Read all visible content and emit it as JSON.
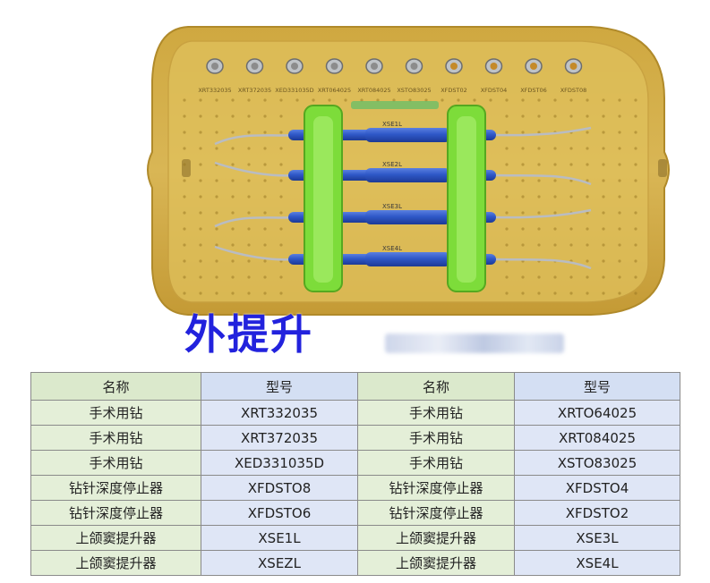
{
  "photo": {
    "tray_labels": [
      "XRT332035",
      "XRT372035",
      "XED331035D",
      "XRT064025",
      "XRT084025",
      "XSTO83025",
      "XFDST02",
      "XFDST04",
      "XFDST06",
      "XFDST08"
    ],
    "instrument_labels": [
      "XSE1L",
      "XSE2L",
      "XSE3L",
      "XSE4L"
    ],
    "colors": {
      "tray": "#d8b24a",
      "tray_inner": "#e2c35e",
      "handle": "#2f58c8",
      "clip": "#7ddc3a"
    }
  },
  "title": "外提升",
  "table": {
    "headers": [
      "名称",
      "型号",
      "名称",
      "型号"
    ],
    "rows": [
      [
        "手术用钻",
        "XRT332035",
        "手术用钻",
        "XRTO64025"
      ],
      [
        "手术用钻",
        "XRT372035",
        "手术用钻",
        "XRT084025"
      ],
      [
        "手术用钻",
        "XED331035D",
        "手术用钻",
        "XSTO83025"
      ],
      [
        "钻针深度停止器",
        "XFDSTO8",
        "钻针深度停止器",
        "XFDSTO4"
      ],
      [
        "钻针深度停止器",
        "XFDSTO6",
        "钻针深度停止器",
        "XFDSTO2"
      ],
      [
        "上颌窦提升器",
        "XSE1L",
        "上颌窦提升器",
        "XSE3L"
      ],
      [
        "上颌窦提升器",
        "XSEZL",
        "上颌窦提升器",
        "XSE4L"
      ]
    ]
  }
}
